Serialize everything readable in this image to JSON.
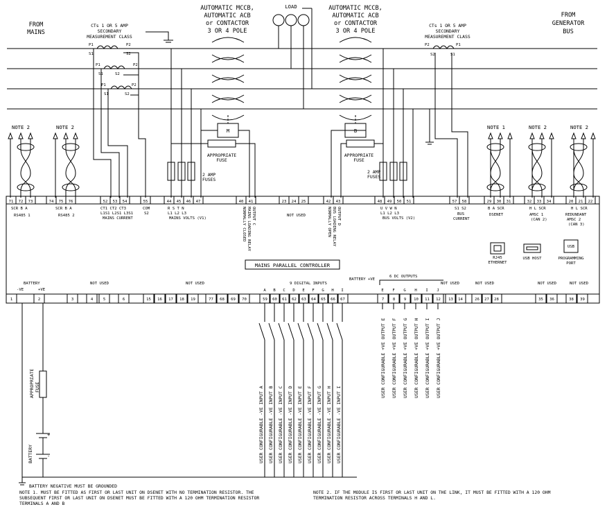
{
  "headings": {
    "from_mains": [
      "FROM",
      "MAINS"
    ],
    "from_generator": [
      "FROM",
      "GENERATOR",
      "BUS"
    ],
    "ct_mains": [
      "CTs 1 OR 5 AMP",
      "SECONDARY",
      "MEASUREMENT CLASS"
    ],
    "ct_bus": [
      "CTs 1 OR 5 AMP",
      "SECONDARY",
      "MEASUREMENT CLASS"
    ],
    "mains_breaker": [
      "AUTOMATIC MCCB,",
      "AUTOMATIC ACB",
      "or CONTACTOR",
      "3 OR 4 POLE"
    ],
    "bus_breaker": [
      "AUTOMATIC MCCB,",
      "AUTOMATIC ACB",
      "or CONTACTOR",
      "3 OR 4 POLE"
    ],
    "load": "LOAD",
    "appropriate_fuse": [
      "APPROPRIATE",
      "FUSE"
    ],
    "two_amp_fuses": [
      "2 AMP",
      "FUSES"
    ],
    "motor_m": "M",
    "motor_b": "B"
  },
  "notes_labels": {
    "note1": "NOTE 1",
    "note2": "NOTE 2"
  },
  "top_terminals": [
    "71",
    "72",
    "73",
    "74",
    "75",
    "76",
    "52",
    "53",
    "54",
    "55",
    "44",
    "45",
    "46",
    "47",
    "40",
    "41",
    "23",
    "24",
    "25",
    "42",
    "43",
    "48",
    "49",
    "50",
    "51",
    "57",
    "58",
    "29",
    "30",
    "31",
    "32",
    "33",
    "34",
    "20",
    "21",
    "22"
  ],
  "bottom_terminals": [
    "1",
    "2",
    "3",
    "4",
    "5",
    "6",
    "15",
    "16",
    "17",
    "18",
    "19",
    "77",
    "68",
    "69",
    "70",
    "59",
    "60",
    "61",
    "62",
    "63",
    "64",
    "65",
    "66",
    "67",
    "7",
    "8",
    "9",
    "10",
    "11",
    "12",
    "13",
    "14",
    "26",
    "27",
    "28",
    "35",
    "36",
    "38",
    "39"
  ],
  "top_groups": {
    "rs485_1_sub": "SCR  B   A",
    "rs485_1": "RS485 1",
    "rs485_2_sub": "SCR  B   A",
    "rs485_2": "RS485 2",
    "ct_sub_1": "CT1 CT2 CT3",
    "ct_sub_2": "L1S1 L2S1 L3S1",
    "mains_current": "MAINS CURRENT",
    "com_1": "COM",
    "com_2": "S2",
    "mains_volts_sub_1": "R   S   T   N",
    "mains_volts_sub_2": "L1  L2  L3",
    "mains_volts": "MAINS VOLTS (V1)",
    "not_used": "NOT USED",
    "bus_volts_sub_1": "U   V   W   N",
    "bus_volts_sub_2": "L1  L2  L3",
    "bus_volts": "BUS VOLTS (V2)",
    "bus_current_sub": "S1   S2",
    "bus_current_1": "BUS",
    "bus_current_2": "CURRENT",
    "dsenet_sub": "B   A   SCR",
    "dsenet": "DSENET",
    "amsc1_sub": "H   L  SCR",
    "amsc1_1": "AMSC 1",
    "amsc1_2": "(CAN 2)",
    "amsc2_sub": "H   L  SCR",
    "amsc2_1": "REDUNDANT",
    "amsc2_2": "AMSC 2",
    "amsc2_3": "(CAN 3)",
    "relay_c_1": "NORMALLY CLOSED",
    "relay_c_2": "MAINS LOADING RELAY",
    "relay_c_3": "OUTPUT C",
    "relay_d_1": "NORMALLY OPEN",
    "relay_d_2": "BUS LOADING RELAY",
    "relay_d_3": "OUTPUT D"
  },
  "controller": {
    "title": "MAINS PARALLEL CONTROLLER",
    "rj45_1": "RJ45",
    "rj45_2": "ETHERNET",
    "usb_host": "USB HOST",
    "usb": "USB",
    "programming_1": "PROGRAMMING",
    "programming_2": "PORT"
  },
  "bottom_groups": {
    "battery": "BATTERY",
    "neg": "-VE",
    "pos": "+VE",
    "not_used": "NOT USED",
    "digital_inputs": "9 DIGITAL INPUTS",
    "battery_pve": "BATTERY +VE",
    "dc_outputs": "6 DC OUTPUTS"
  },
  "digital_inputs": [
    {
      "letter": "A",
      "label": "USER CONFIGURABLE -VE INPUT A"
    },
    {
      "letter": "B",
      "label": "USER CONFIGURABLE -VE INPUT B"
    },
    {
      "letter": "C",
      "label": "USER CONFIGURABLE -VE INPUT C"
    },
    {
      "letter": "D",
      "label": "USER CONFIGURABLE -VE INPUT D"
    },
    {
      "letter": "E",
      "label": "USER CONFIGURABLE -VE INPUT E"
    },
    {
      "letter": "F",
      "label": "USER CONFIGURABLE -VE INPUT F"
    },
    {
      "letter": "G",
      "label": "USER CONFIGURABLE -VE INPUT G"
    },
    {
      "letter": "H",
      "label": "USER CONFIGURABLE -VE INPUT H"
    },
    {
      "letter": "I",
      "label": "USER CONFIGURABLE -VE INPUT I"
    }
  ],
  "dc_outputs": [
    {
      "letter": "E",
      "label": "USER CONFIGURABLE +VE OUTPUT E"
    },
    {
      "letter": "F",
      "label": "USER CONFIGURABLE +VE OUTPUT F"
    },
    {
      "letter": "G",
      "label": "USER CONFIGURABLE +VE OUTPUT G"
    },
    {
      "letter": "H",
      "label": "USER CONFIGURABLE +VE OUTPUT H"
    },
    {
      "letter": "I",
      "label": "USER CONFIGURABLE +VE OUTPUT I"
    },
    {
      "letter": "J",
      "label": "USER CONFIGURABLE +VE OUTPUT J"
    }
  ],
  "battery": {
    "plus": "+",
    "minus": "-",
    "label": "BATTERY"
  },
  "notes": {
    "ground": "BATTERY NEGATIVE MUST BE GROUNDED",
    "note1_1": "NOTE 1. MUST BE FITTED AS FIRST OR LAST UNIT ON DSENET WITH NO TERMINATION RESISTOR. THE",
    "note1_2": "SUBSEQUENT FIRST OR LAST UNIT ON DSENET MUST BE FITTED WITH A 120 OHM TERMINATION RESISTOR",
    "note1_3": "TERMINALS A AND B",
    "note2_1": "NOTE 2. IF THE MODULE IS FIRST OR LAST UNIT ON THE LINK, IT MUST BE FITTED WITH A 120 OHM",
    "note2_2": "TERMINATION RESISTOR ACROSS TERMINALS H AND L."
  }
}
